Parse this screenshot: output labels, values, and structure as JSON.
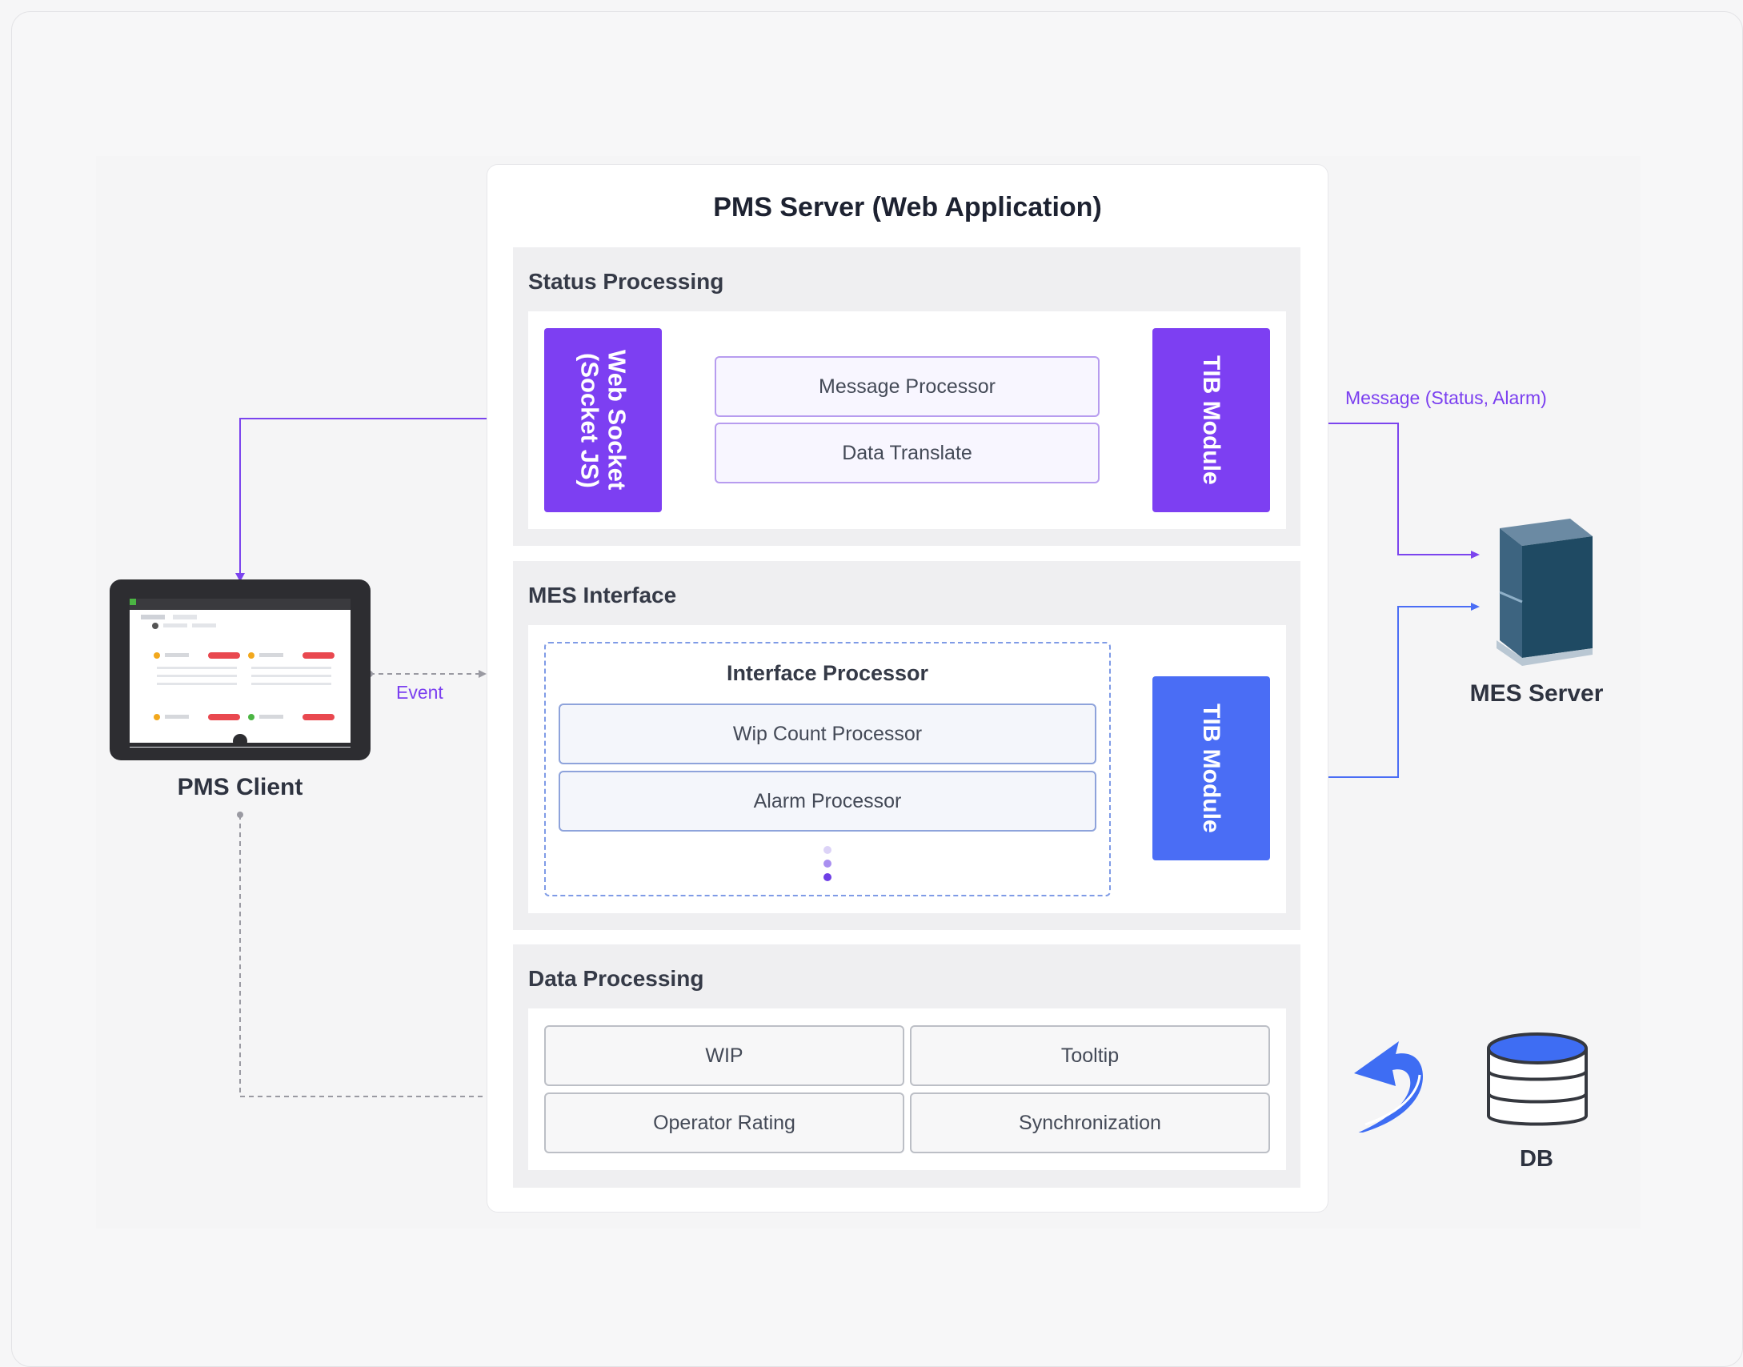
{
  "server": {
    "title": "PMS Server (Web Application)"
  },
  "status_processing": {
    "title": "Status Processing",
    "web_socket": [
      "Web Socket",
      "(Socket JS)"
    ],
    "message_processor": "Message Processor",
    "data_translate": "Data Translate",
    "tib_module": "TIB Module"
  },
  "mes_interface": {
    "title": "MES Interface",
    "interface_processor": "Interface Processor",
    "wip_count_processor": "Wip Count Processor",
    "alarm_processor": "Alarm Processor",
    "tib_module": "TIB Module"
  },
  "data_processing": {
    "title": "Data Processing",
    "cells": [
      "WIP",
      "Tooltip",
      "Operator Rating",
      "Synchronization"
    ]
  },
  "client": {
    "label": "PMS Client"
  },
  "mes_server": {
    "label": "MES Server"
  },
  "db": {
    "label": "DB"
  },
  "edges": {
    "event": "Event",
    "message": "Message (Status, Alarm)"
  },
  "colors": {
    "purple": "#7d3ff2",
    "blue": "#4a6df5",
    "server_dark": "#1f4a63",
    "db_blue": "#3e6df3"
  },
  "icons": [
    "tablet-icon",
    "server-tower-icon",
    "sync-arrow-icon",
    "database-icon"
  ]
}
